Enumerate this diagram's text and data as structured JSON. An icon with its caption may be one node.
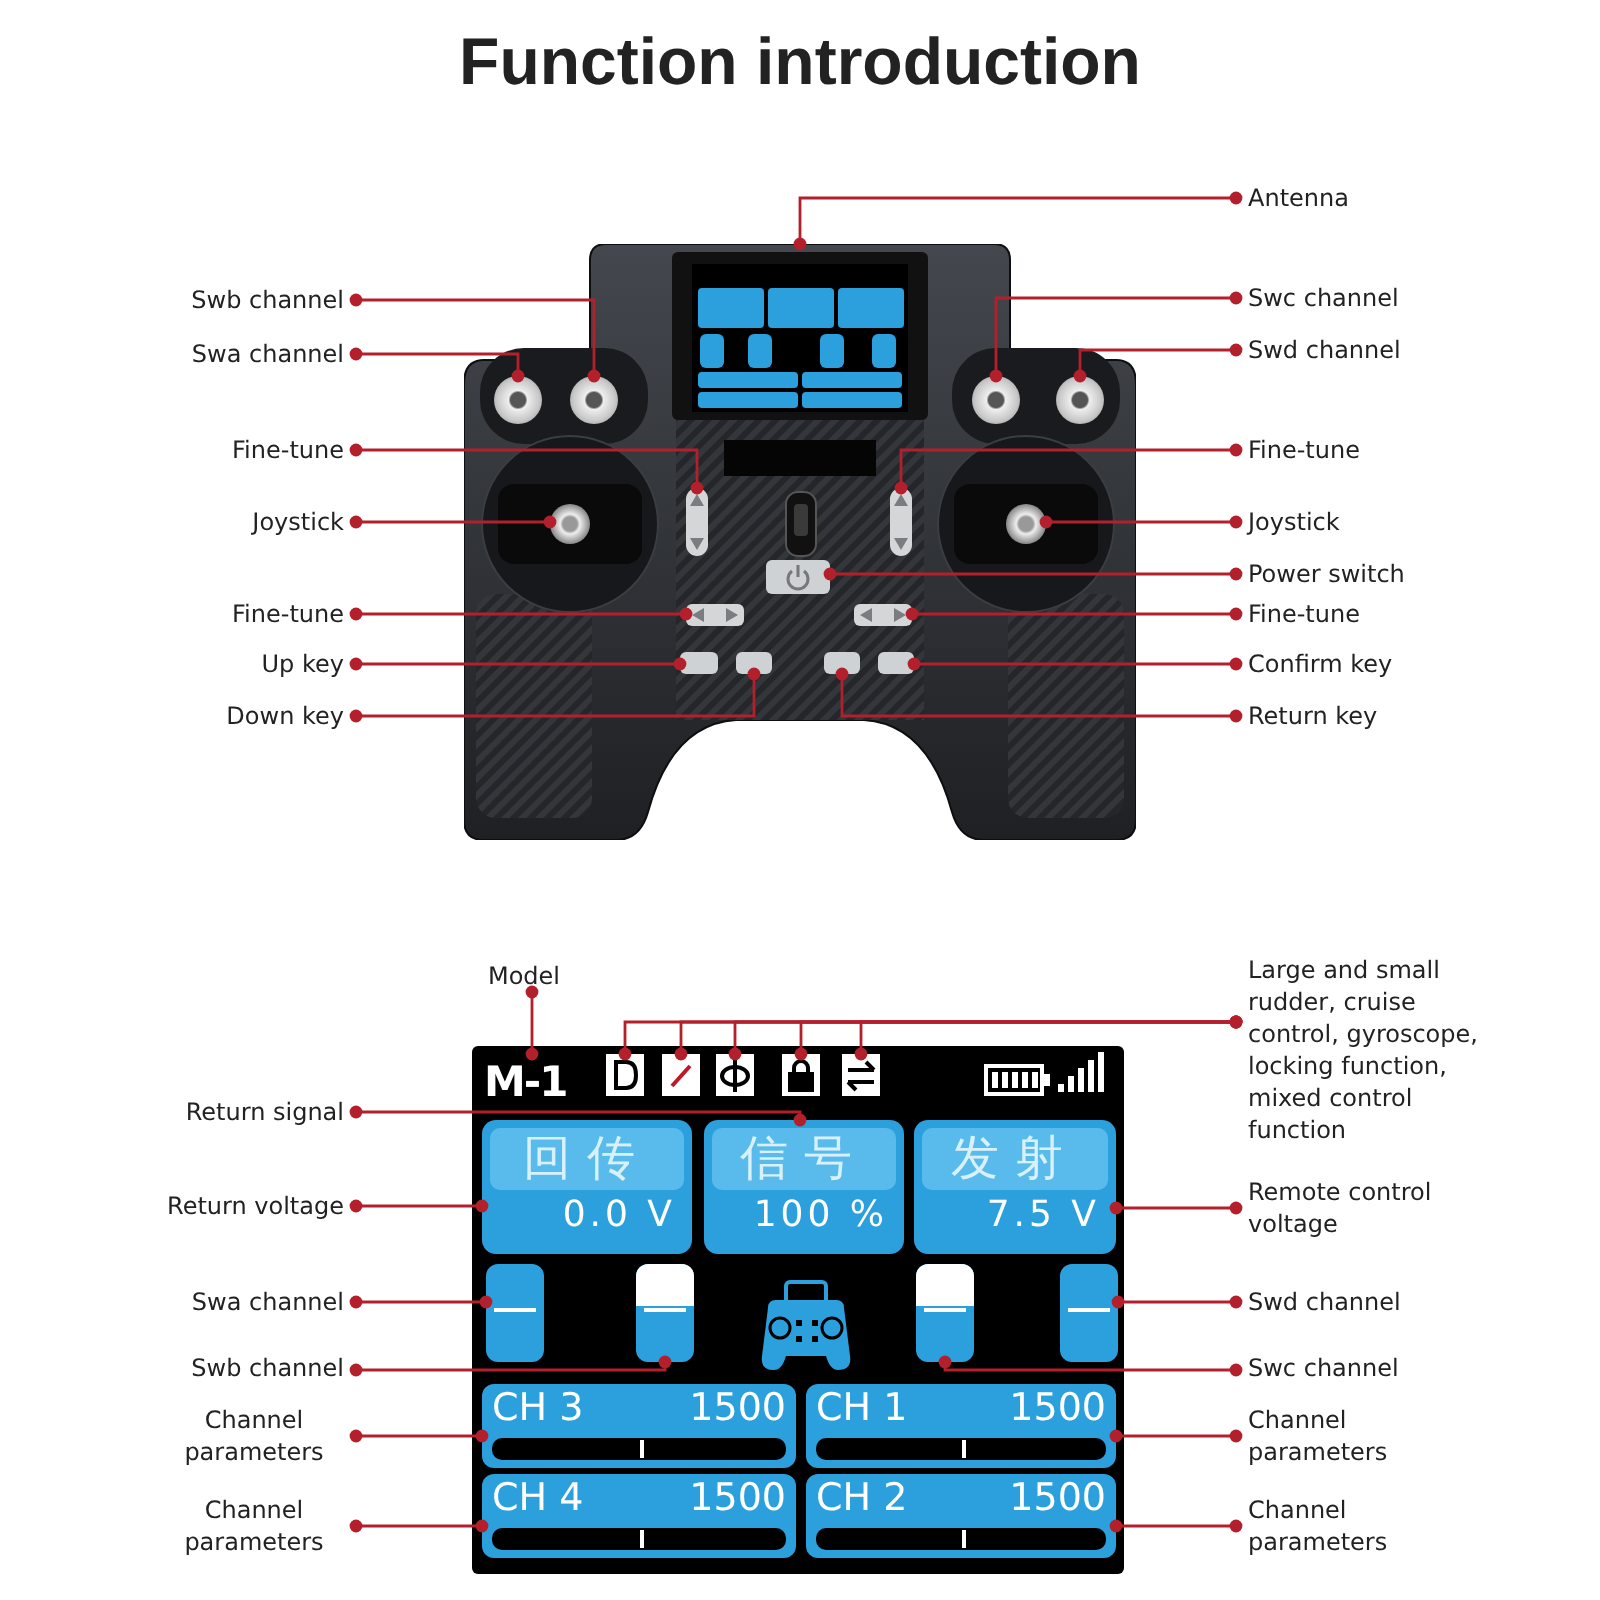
{
  "diagram": {
    "title": "Function introduction",
    "nodes": [
      {
        "text": [],
        "shape": "picture"
      },
      {
        "text": [],
        "shape": "circle",
        "in": 0
      },
      {
        "text": [],
        "shape": "circle",
        "in": 0
      },
      {
        "text": [],
        "shape": "circle",
        "in": 0
      },
      {
        "text": [],
        "shape": "circle",
        "in": 0
      },
      {
        "text": [],
        "shape": "bar",
        "in": 0
      },
      {
        "text": [],
        "shape": "bar",
        "in": 0
      },
      {
        "text": [],
        "shape": "circle",
        "in": 0
      },
      {
        "text": [],
        "shape": "circle",
        "in": 0
      },
      {
        "text": [],
        "shape": "box",
        "in": 0
      },
      {
        "text": [],
        "shape": "box",
        "in": 0
      },
      {
        "text": [],
        "shape": "box",
        "in": 0
      },
      {
        "text": [],
        "shape": "box",
        "in": 0
      },
      {
        "text": [],
        "shape": "box",
        "in": 0
      },
      {
        "text": [],
        "shape": "box",
        "in": 0
      },
      {
        "text": [],
        "shape": "box",
        "in": 0
      },
      {
        "text": [
          "Antenna"
        ]
      },
      {
        "text": [
          "Swb channel"
        ]
      },
      {
        "text": [
          "Swc channel"
        ]
      },
      {
        "text": [
          "Swa channel"
        ]
      },
      {
        "text": [
          "Swd channel"
        ]
      },
      {
        "text": [
          "Fine-tune"
        ]
      },
      {
        "text": [
          "Fine-tune"
        ]
      },
      {
        "text": [
          "Joystick"
        ]
      },
      {
        "text": [
          "Joystick"
        ]
      },
      {
        "text": [
          "Power switch"
        ]
      },
      {
        "text": [
          "Fine-tune"
        ]
      },
      {
        "text": [
          "Fine-tune"
        ]
      },
      {
        "text": [
          "Up key"
        ]
      },
      {
        "text": [
          "Confirm key"
        ]
      },
      {
        "text": [
          "Down key"
        ]
      },
      {
        "text": [
          "Return key"
        ]
      },
      {
        "text": [
          "Model"
        ]
      },
      {
        "text": [
          "Large and small rudder, cruise control, gyroscope, locking function, mixed control function"
        ]
      },
      {
        "text": [
          "Return signal"
        ]
      },
      {
        "text": [
          "Return voltage"
        ]
      },
      {
        "text": [
          "Remote control voltage"
        ]
      },
      {
        "text": [
          "Swa channel"
        ]
      },
      {
        "text": [
          "Swd channel"
        ]
      },
      {
        "text": [
          "Swb channel"
        ]
      },
      {
        "text": [
          "Swc channel"
        ]
      },
      {
        "text": [
          "Channel parameters"
        ]
      },
      {
        "text": [
          "Channel parameters"
        ]
      },
      {
        "text": [
          "Channel parameters"
        ]
      },
      {
        "text": [
          "Channel parameters"
        ]
      },
      {
        "text": [],
        "shape": "box"
      },
      {
        "text": [
          "M-1"
        ],
        "in": 45
      },
      {
        "text": [],
        "shape": "picture",
        "in": 45
      },
      {
        "text": [],
        "shape": "picture",
        "in": 45
      },
      {
        "text": [],
        "shape": "picture",
        "in": 45
      },
      {
        "text": [],
        "shape": "picture",
        "in": 45
      },
      {
        "text": [],
        "shape": "picture",
        "in": 45
      },
      {
        "text": [
          "回传",
          "0.0 V"
        ],
        "in": 45
      },
      {
        "text": [
          "信号",
          "100 %"
        ],
        "in": 45
      },
      {
        "text": [
          "发射",
          "7.5 V"
        ],
        "in": 45
      },
      {
        "text": [],
        "shape": "bar",
        "in": 45
      },
      {
        "text": [],
        "shape": "bar",
        "in": 45
      },
      {
        "text": [],
        "shape": "bar",
        "in": 45
      },
      {
        "text": [],
        "shape": "bar",
        "in": 45
      },
      {
        "text": [
          "CH 3",
          "1500"
        ],
        "in": 45
      },
      {
        "text": [
          "CH 1",
          "1500"
        ],
        "in": 45
      },
      {
        "text": [
          "CH 4",
          "1500"
        ],
        "in": 45
      },
      {
        "text": [
          "CH 2",
          "1500"
        ],
        "in": 45
      }
    ],
    "edges": [
      {
        "from": 16,
        "to": 0,
        "arrow": "other"
      },
      {
        "from": 17,
        "to": 2,
        "arrow": "other"
      },
      {
        "from": 18,
        "to": 3,
        "arrow": "other"
      },
      {
        "from": 19,
        "to": 1,
        "arrow": "other"
      },
      {
        "from": 20,
        "to": 4,
        "arrow": "other"
      },
      {
        "from": 21,
        "to": 5,
        "arrow": "other"
      },
      {
        "from": 22,
        "to": 6,
        "arrow": "other"
      },
      {
        "from": 23,
        "to": 7,
        "arrow": "other"
      },
      {
        "from": 24,
        "to": 8,
        "arrow": "other"
      },
      {
        "from": 25,
        "to": 9,
        "arrow": "other"
      },
      {
        "from": 26,
        "to": 10,
        "arrow": "other"
      },
      {
        "from": 27,
        "to": 11,
        "arrow": "other"
      },
      {
        "from": 28,
        "to": 12,
        "arrow": "other"
      },
      {
        "from": 29,
        "to": 15,
        "arrow": "other"
      },
      {
        "from": 30,
        "to": 13,
        "arrow": "other"
      },
      {
        "from": 31,
        "to": 14,
        "arrow": "other"
      },
      {
        "from": 32,
        "to": 46,
        "arrow": "other"
      },
      {
        "from": 33,
        "to": 47,
        "arrow": "other"
      },
      {
        "from": 33,
        "to": 48,
        "arrow": "other"
      },
      {
        "from": 33,
        "to": 49,
        "arrow": "other"
      },
      {
        "from": 33,
        "to": 50,
        "arrow": "other"
      },
      {
        "from": 33,
        "to": 51,
        "arrow": "other"
      },
      {
        "from": 34,
        "to": 53,
        "arrow": "other"
      },
      {
        "from": 35,
        "to": 52,
        "arrow": "other"
      },
      {
        "from": 36,
        "to": 54,
        "arrow": "other"
      },
      {
        "from": 37,
        "to": 55,
        "arrow": "other"
      },
      {
        "from": 38,
        "to": 58,
        "arrow": "other"
      },
      {
        "from": 39,
        "to": 56,
        "arrow": "other"
      },
      {
        "from": 40,
        "to": 57,
        "arrow": "other"
      },
      {
        "from": 41,
        "to": 59,
        "arrow": "other"
      },
      {
        "from": 42,
        "to": 60,
        "arrow": "other"
      },
      {
        "from": 43,
        "to": 61,
        "arrow": "other"
      },
      {
        "from": 44,
        "to": 62,
        "arrow": "other"
      }
    ]
  }
}
